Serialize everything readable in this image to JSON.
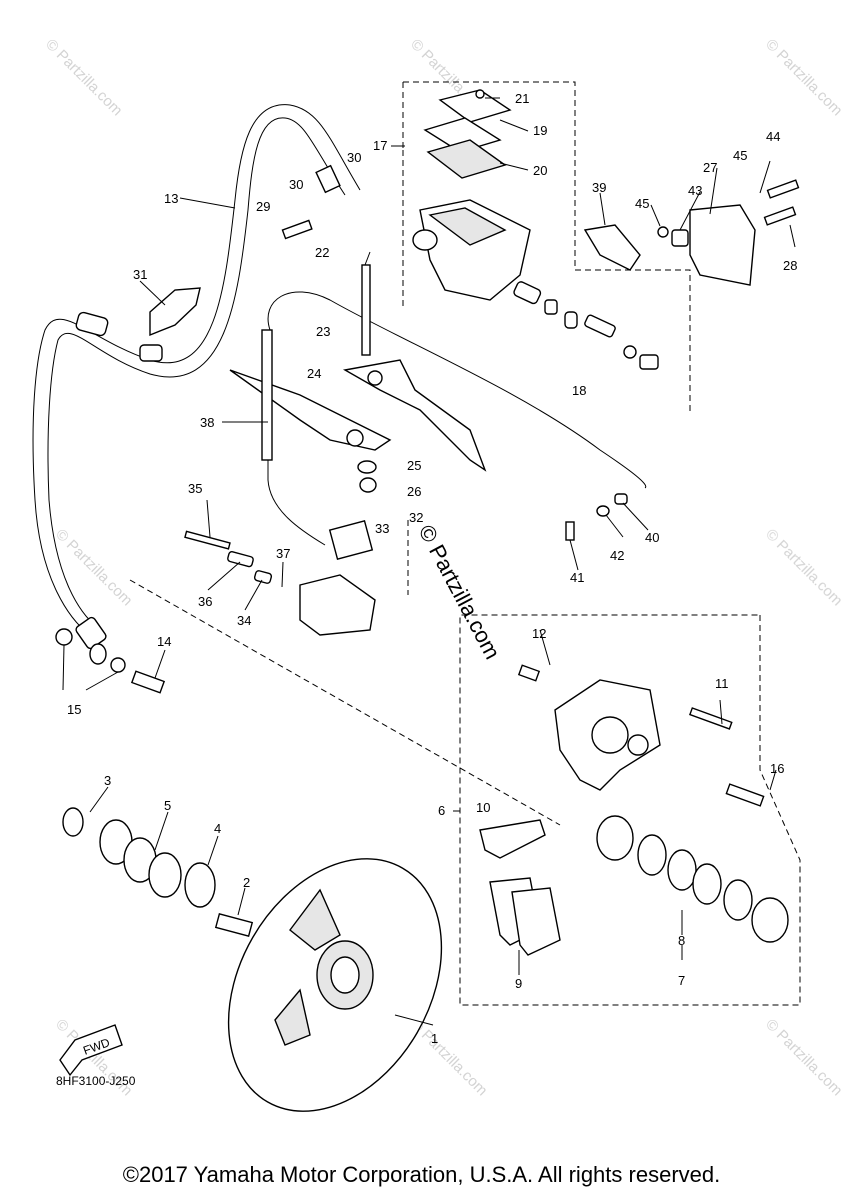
{
  "diagram": {
    "callouts": [
      "1",
      "2",
      "3",
      "4",
      "5",
      "6",
      "7",
      "8",
      "9",
      "10",
      "11",
      "12",
      "13",
      "14",
      "15",
      "16",
      "17",
      "18",
      "19",
      "20",
      "21",
      "22",
      "23",
      "24",
      "25",
      "26",
      "27",
      "28",
      "29",
      "30",
      "31",
      "32",
      "33",
      "34",
      "35",
      "36",
      "37",
      "38",
      "39",
      "40",
      "41",
      "42",
      "43",
      "44",
      "45"
    ],
    "fwd_label": "FWD",
    "diagram_code": "8HF3100-J250",
    "watermark_center": "© Partzilla.com",
    "watermark_corner": "© Partzilla.com"
  },
  "footer": {
    "copyright": "©2017 Yamaha Motor Corporation, U.S.A. All rights reserved."
  }
}
